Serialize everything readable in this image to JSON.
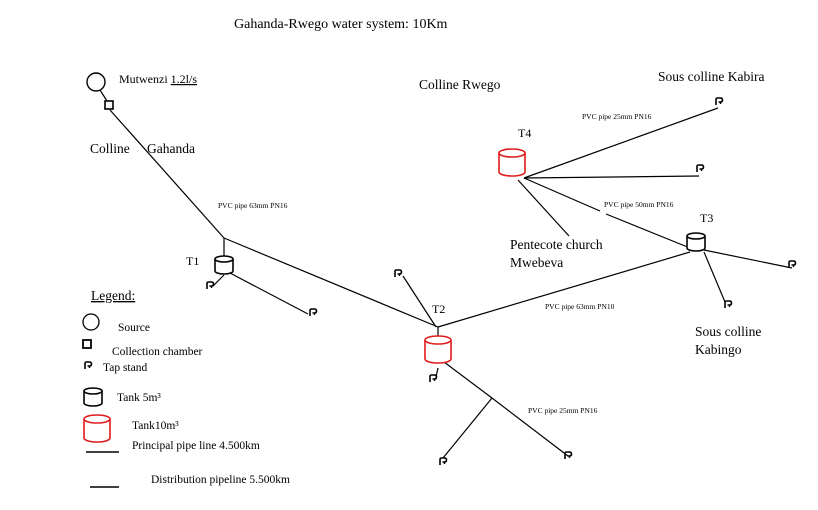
{
  "title": "Gahanda-Rwego water system: 10Km",
  "source": {
    "name": "Mutwenzi",
    "flow": "1.2l/s"
  },
  "areas": {
    "colline_a": "Colline",
    "colline_b": "Gahanda",
    "rwego": "Colline Rwego",
    "kabira": "Sous colline Kabira",
    "church_a": "Pentecote church",
    "church_b": "Mwebeva",
    "kabingo_a": "Sous colline",
    "kabingo_b": "Kabingo"
  },
  "tanks": {
    "t1": "T1",
    "t2": "T2",
    "t3": "T3",
    "t4": "T4"
  },
  "pipes": {
    "p_main_upper": "PVC pipe 63mm PN16",
    "p_t4_kabira": "PVC pipe 25mm PN16",
    "p_t4_t3": "PVC pipe 50mm PN16",
    "p_t2_t3": "PVC pipe 63mm PN10",
    "p_t2_lower": "PVC pipe 25mm PN16"
  },
  "legend": {
    "heading": "Legend:",
    "source": "Source",
    "collection": "Collection chamber",
    "tap": "Tap stand",
    "tank5": "Tank 5m³",
    "tank10": "Tank10m³",
    "principal": "Principal pipe line 4.500km",
    "distribution": "Distribution pipeline 5.500km"
  },
  "colors": {
    "line": "#000000",
    "tank_black": "#000000",
    "tank_red": "#e01b1b"
  }
}
